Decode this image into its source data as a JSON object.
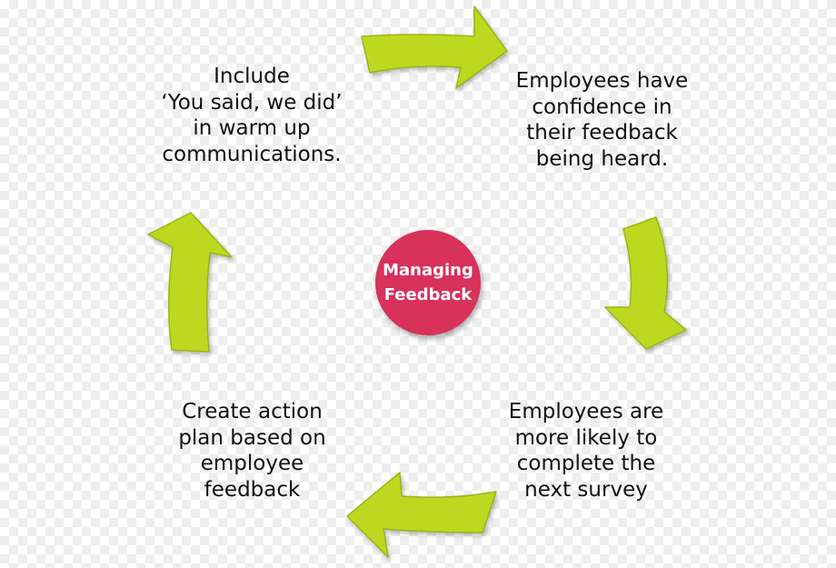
{
  "colors": {
    "arrow": "#bcd91f",
    "arrow_outline": "#9cb515",
    "center": "#d8315a",
    "text": "#111111"
  },
  "center": {
    "lines": [
      "Managing",
      "Feedback"
    ]
  },
  "steps": [
    {
      "id": "top-left",
      "lines": [
        "Include",
        "‘You said, we did’",
        "in warm up",
        "communications."
      ]
    },
    {
      "id": "top-right",
      "lines": [
        "Employees have",
        "confidence in",
        "their feedback",
        "being heard."
      ]
    },
    {
      "id": "bottom-right",
      "lines": [
        "Employees are",
        "more likely to",
        "complete the",
        "next survey"
      ]
    },
    {
      "id": "bottom-left",
      "lines": [
        "Create action",
        "plan based on",
        "employee",
        "feedback"
      ]
    }
  ],
  "arrows": [
    {
      "id": "arrow-top",
      "direction": "right"
    },
    {
      "id": "arrow-right",
      "direction": "down"
    },
    {
      "id": "arrow-bottom",
      "direction": "left"
    },
    {
      "id": "arrow-left",
      "direction": "up"
    }
  ]
}
